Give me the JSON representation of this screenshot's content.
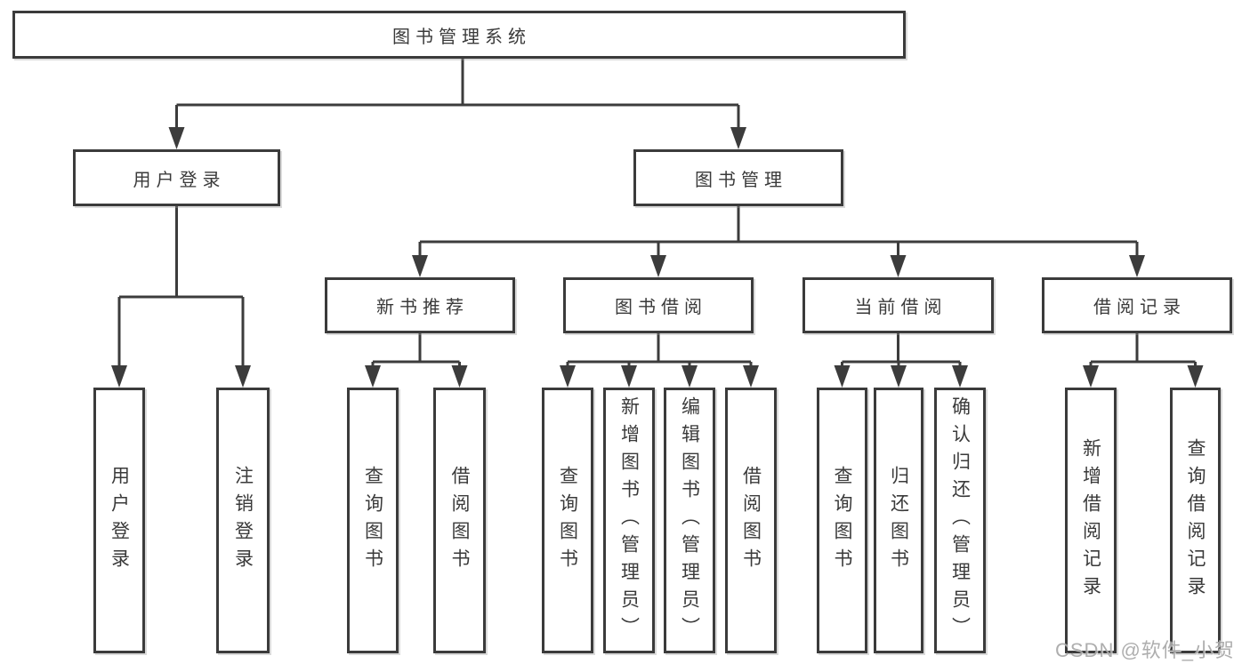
{
  "tree": {
    "root": {
      "label": "图书管理系统"
    },
    "children": [
      {
        "label": "用户登录",
        "children": [
          {
            "label": "用户登录"
          },
          {
            "label": "注销登录"
          }
        ]
      },
      {
        "label": "图书管理",
        "children": [
          {
            "label": "新书推荐",
            "children": [
              {
                "label": "查询图书"
              },
              {
                "label": "借阅图书"
              }
            ]
          },
          {
            "label": "图书借阅",
            "children": [
              {
                "label": "查询图书"
              },
              {
                "label": "新增图书（管理员）"
              },
              {
                "label": "编辑图书（管理员）"
              },
              {
                "label": "借阅图书"
              }
            ]
          },
          {
            "label": "当前借阅",
            "children": [
              {
                "label": "查询图书"
              },
              {
                "label": "归还图书"
              },
              {
                "label": "确认归还（管理员）"
              }
            ]
          },
          {
            "label": "借阅记录",
            "children": [
              {
                "label": "新增借阅记录"
              },
              {
                "label": "查询借阅记录"
              }
            ]
          }
        ]
      }
    ]
  },
  "watermark": {
    "text": "CSDN @软件_小贺同学"
  },
  "colors": {
    "line": "#3c3c3c",
    "box_border": "#3b3b3b",
    "text": "#3a3a3a",
    "background": "#ffffff",
    "watermark": "#a8a8a8"
  }
}
